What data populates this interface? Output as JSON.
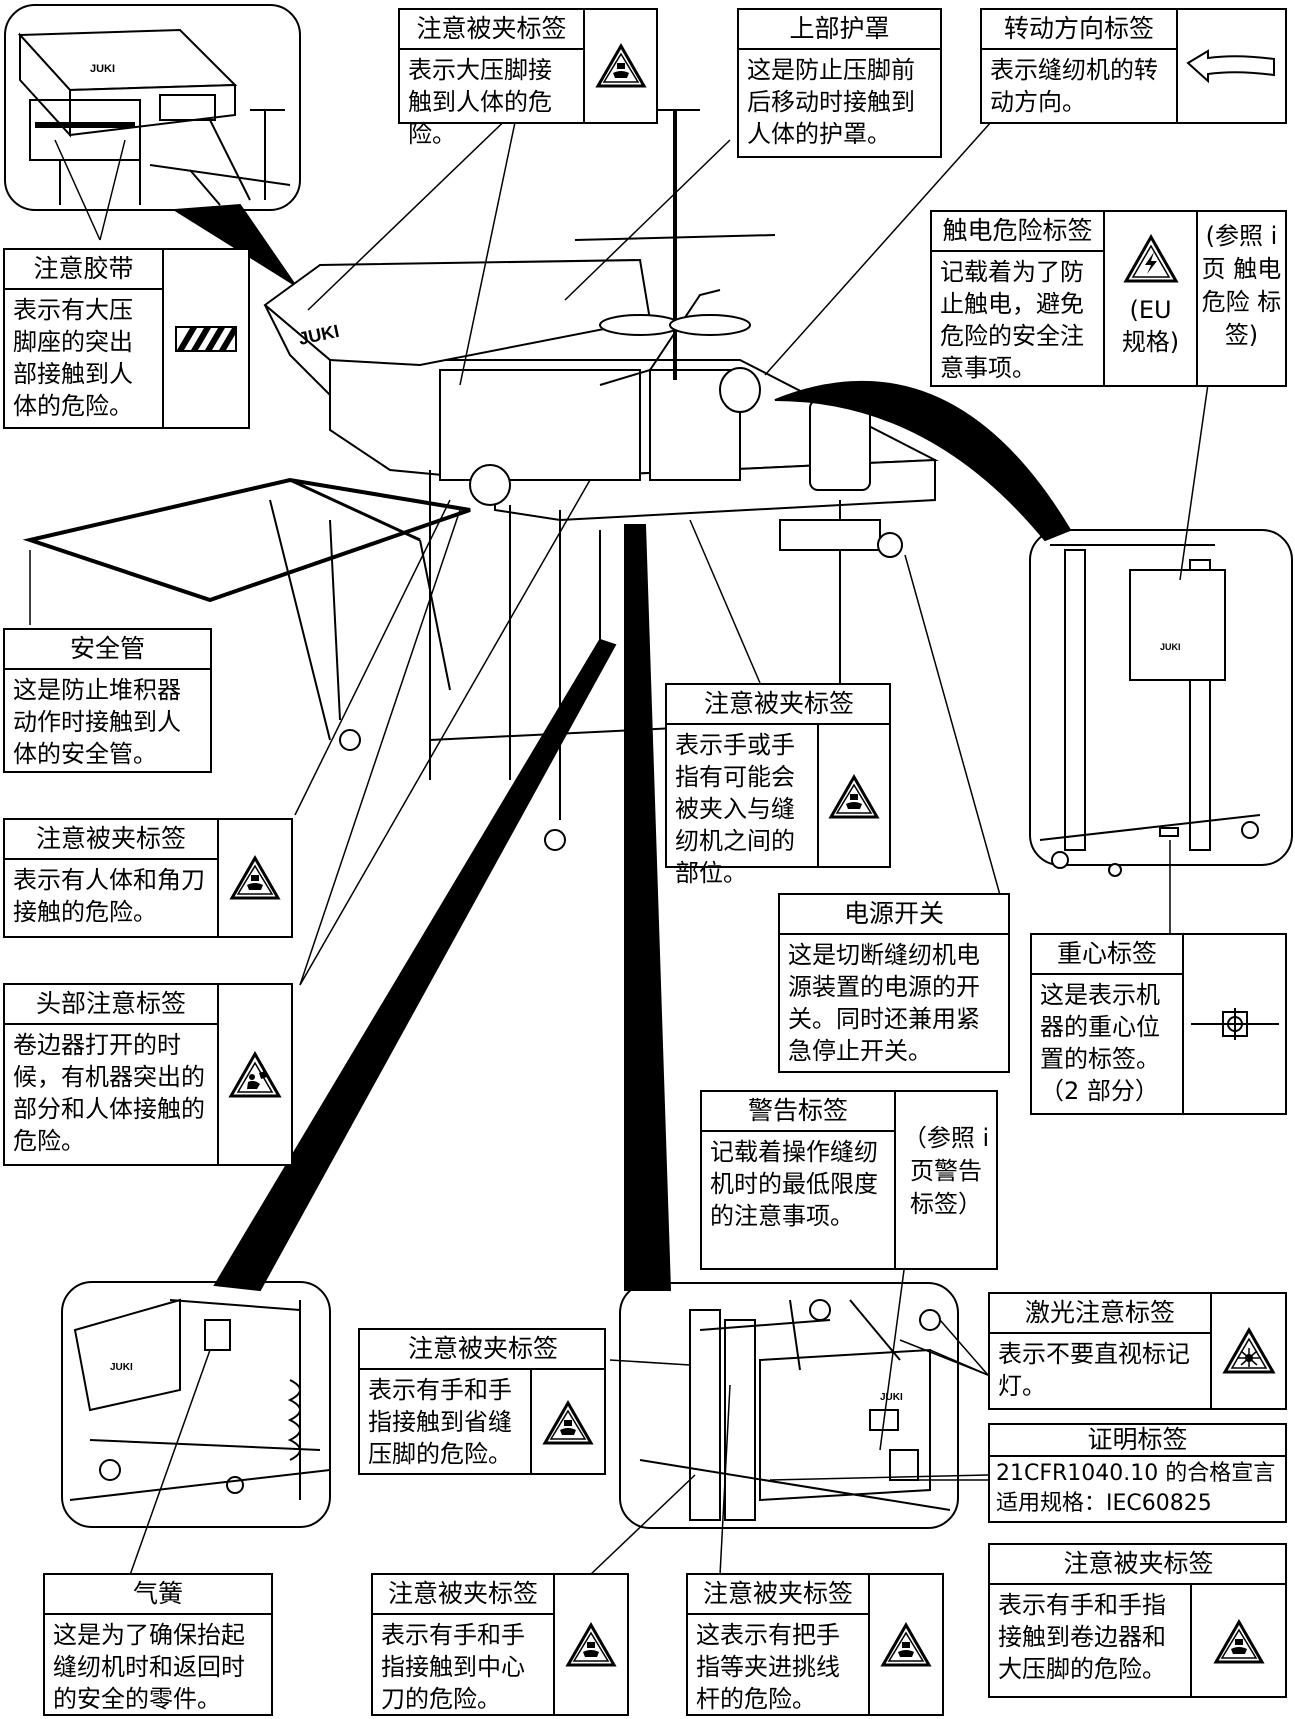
{
  "labels": {
    "tape": {
      "title": "注意胶带",
      "text": "表示有大压脚座的突出部接触到人体的危险。",
      "icon": "hatch-tape-icon"
    },
    "pinch_top": {
      "title": "注意被夹标签",
      "text": "表示大压脚接触到人体的危险。",
      "icon": "pinch-warning-icon"
    },
    "upper_cover": {
      "title": "上部护罩",
      "text": "这是防止压脚前后移动时接触到人体的护罩。"
    },
    "rotation": {
      "title": "转动方向标签",
      "text": "表示缝纫机的转动方向。",
      "icon": "rotation-arrow-icon"
    },
    "electric": {
      "title": "触电危险标签",
      "text": "记载着为了防止触电，避免危险的安全注意事项。",
      "eu": "(EU 规格)",
      "ref": "(参照 i 页 触电 危险 标签)",
      "icon": "electric-shock-icon"
    },
    "safety_pipe": {
      "title": "安全管",
      "text": "这是防止堆积器动作时接触到人体的安全管。"
    },
    "pinch_mid": {
      "title": "注意被夹标签",
      "text": "表示手或手指有可能会被夹入与缝纫机之间的部位。",
      "icon": "pinch-warning-icon"
    },
    "pinch_knife": {
      "title": "注意被夹标签",
      "text": "表示有人体和角刀接触的危险。",
      "icon": "pinch-warning-icon"
    },
    "power": {
      "title": "电源开关",
      "text": "这是切断缝纫机电源装置的电源的开关。同时还兼用紧急停止开关。"
    },
    "gravity": {
      "title": "重心标签",
      "text": "这是表示机器的重心位置的标签。（2 部分）",
      "icon": "center-of-gravity-icon"
    },
    "head": {
      "title": "头部注意标签",
      "text": "卷边器打开的时候，有机器突出的部分和人体接触的危险。",
      "icon": "head-caution-icon"
    },
    "warning": {
      "title": "警告标签",
      "text": "记载着操作缝纫机时的最低限度的注意事项。",
      "ref": "（参照 i 页警告标签）"
    },
    "laser": {
      "title": "激光注意标签",
      "text": "表示不要直视标记灯。",
      "icon": "laser-warning-icon"
    },
    "pinch_dart": {
      "title": "注意被夹标签",
      "text": "表示有手和手指接触到省缝压脚的危险。",
      "icon": "pinch-warning-icon"
    },
    "cert": {
      "title": "证明标签",
      "text": "21CFR1040.10 的合格宣言适用规格：IEC60825"
    },
    "gas_spring": {
      "title": "气簧",
      "text": "这是为了确保抬起缝纫机时和返回时的安全的零件。"
    },
    "pinch_center": {
      "title": "注意被夹标签",
      "text": "表示有手和手指接触到中心刀的危险。",
      "icon": "pinch-warning-icon"
    },
    "pinch_lever": {
      "title": "注意被夹标签",
      "text": "这表示有把手指等夹进挑线杆的危险。",
      "icon": "pinch-warning-icon"
    },
    "pinch_folder": {
      "title": "注意被夹标签",
      "text": "表示有手和手指接触到卷边器和大压脚的危险。",
      "icon": "pinch-warning-icon"
    }
  },
  "brand": "JUKI"
}
